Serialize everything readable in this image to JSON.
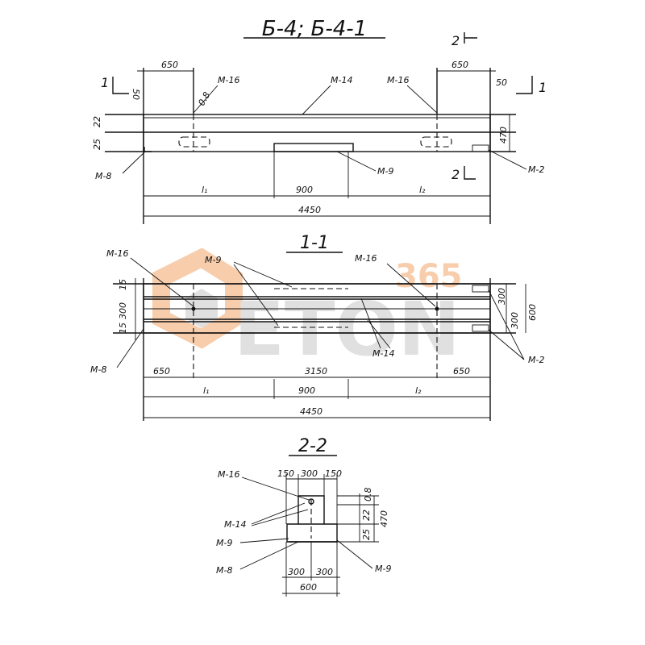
{
  "title": "Б-4; Б-4-1",
  "watermark": {
    "brand": "ETON",
    "number": "365",
    "color_orange": "#f2a66a",
    "color_gray": "#c8c8c8"
  },
  "elevation": {
    "section_marks": {
      "left": "1",
      "right": "1",
      "top": "2",
      "bottom": "2"
    },
    "labels": {
      "m16_left": "М-16",
      "m14": "М-14",
      "m16_right": "М-16",
      "m8": "М-8",
      "m9": "М-9",
      "m2": "М-2"
    },
    "dims": {
      "top_left": "650",
      "top_right": "650",
      "fifty_left": "50",
      "fifty_right": "50",
      "d22": "22",
      "d25": "25",
      "d470": "470",
      "d08": "0.8",
      "l1": "l₁",
      "center": "900",
      "l2": "l₂",
      "total": "4450"
    }
  },
  "section11": {
    "title": "1-1",
    "labels": {
      "m16_left": "М-16",
      "m9": "М-9",
      "m16_right": "М-16",
      "m14": "М-14",
      "m8": "М-8",
      "m2": "М-2"
    },
    "dims": {
      "left_side_top": "15",
      "left_side_mid": "300",
      "left_side_bot": "15",
      "right_300_top": "300",
      "right_300_bot": "300",
      "right_600": "600",
      "left_650": "650",
      "middle": "3150",
      "right_650": "650",
      "l1": "l₁",
      "center": "900",
      "l2": "l₂",
      "total": "4450"
    }
  },
  "section22": {
    "title": "2-2",
    "labels": {
      "m16": "М-16",
      "m14": "М-14",
      "m9_left": "М-9",
      "m8": "М-8",
      "m9_right": "М-9"
    },
    "dims": {
      "top_a": "150",
      "top_b": "300",
      "top_c": "150",
      "d08": "0.8",
      "d22": "22",
      "d25": "25",
      "d470": "470",
      "bot_a": "300",
      "bot_b": "300",
      "bot_total": "600"
    }
  }
}
